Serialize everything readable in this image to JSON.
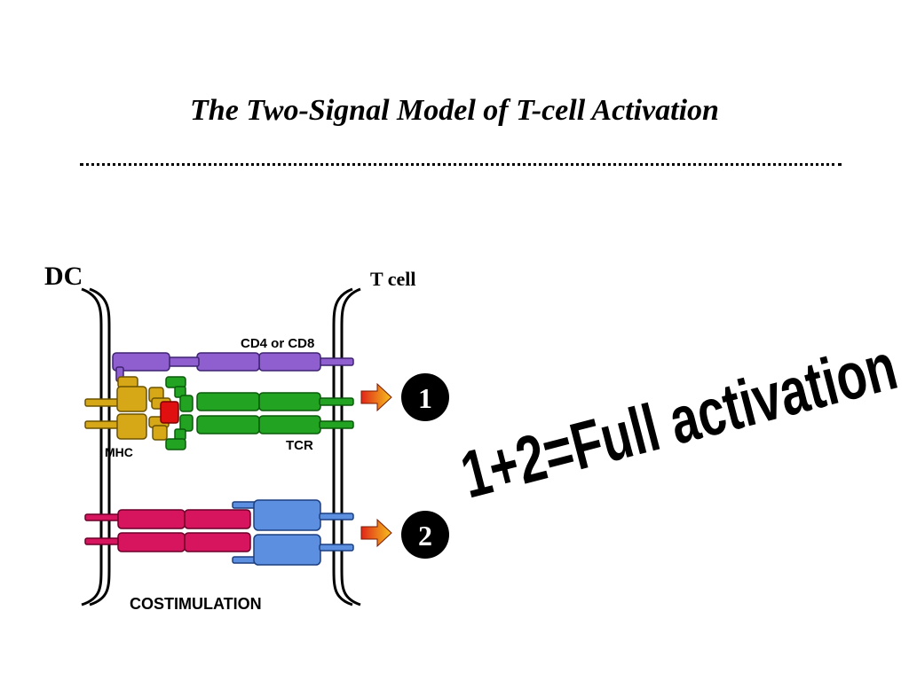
{
  "title": "The Two-Signal Model of  T-cell Activation",
  "labels": {
    "dc": "DC",
    "tcell": "T cell",
    "cd4": "CD4 or CD8",
    "tcr": "TCR",
    "mhc": "MHC",
    "costim": "COSTIMULATION"
  },
  "signals": [
    "1",
    "2"
  ],
  "result": "1+2=Full activation",
  "colors": {
    "cd4": "#8f5ecf",
    "mhc": "#d6a817",
    "tcr": "#22a322",
    "peptide": "#e01010",
    "costim_dc": "#d6155e",
    "costim_t": "#5d8fe0"
  }
}
